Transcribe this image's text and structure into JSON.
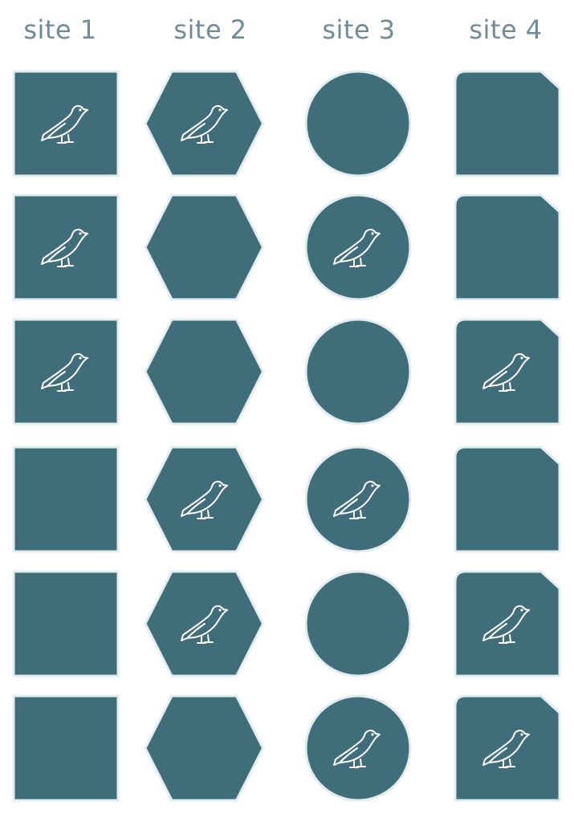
{
  "columns": [
    {
      "label": "site 1",
      "shape": "square"
    },
    {
      "label": "site 2",
      "shape": "hexagon"
    },
    {
      "label": "site 3",
      "shape": "circle"
    },
    {
      "label": "site 4",
      "shape": "cut-corner-square"
    }
  ],
  "rows": [
    [
      true,
      true,
      false,
      false
    ],
    [
      true,
      false,
      true,
      false
    ],
    [
      true,
      false,
      false,
      true
    ],
    [
      false,
      true,
      true,
      false
    ],
    [
      false,
      true,
      false,
      true
    ],
    [
      false,
      false,
      true,
      true
    ]
  ],
  "icon": "bird-icon",
  "colors": {
    "shape_fill": "#406d7a",
    "shape_outline": "#e3ecee",
    "header_text": "#6e8c98",
    "bird_stroke": "#ffffff"
  }
}
